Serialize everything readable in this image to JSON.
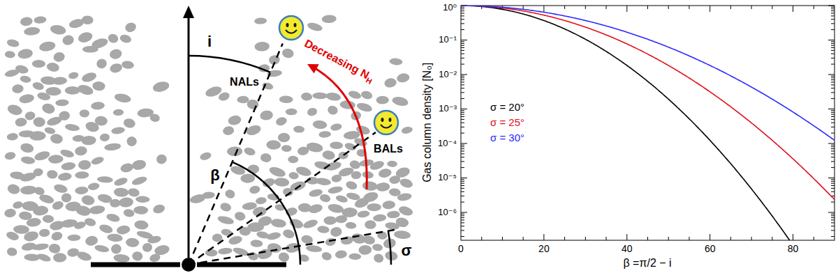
{
  "diagram": {
    "labels": [
      "i",
      "NALs",
      "β",
      "Decreasing N",
      "H",
      "BALs",
      "σ",
      "Gas column density [N₀]",
      "β =π/2 − i",
      "10⁰",
      "10⁻¹",
      "10⁻²",
      "10⁻³",
      "10⁻⁴",
      "10⁻⁵",
      "10⁻⁶",
      "0",
      "20",
      "40",
      "60",
      "80"
    ],
    "legend": [
      {
        "text": "σ = 20°",
        "color": "#000000"
      },
      {
        "text": "σ = 25°",
        "color": "#e0101c"
      },
      {
        "text": "σ = 30°",
        "color": "#2a2aff"
      }
    ]
  }
}
